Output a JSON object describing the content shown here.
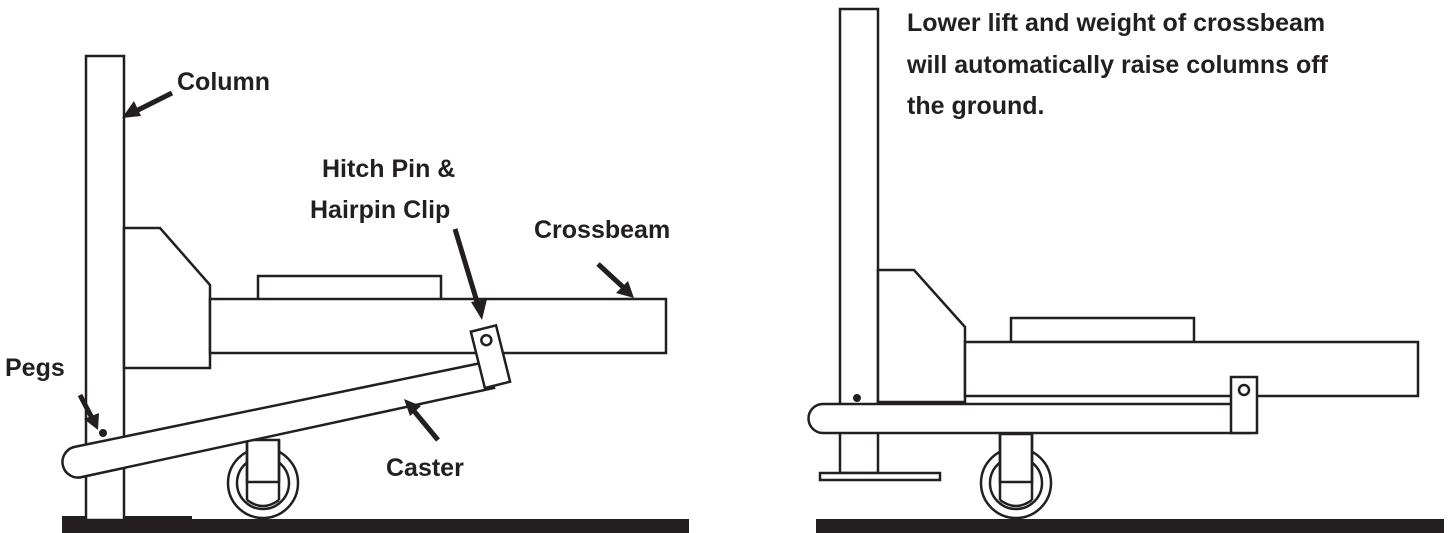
{
  "left_panel": {
    "labels": {
      "column": "Column",
      "hitch_pin_line1": "Hitch Pin &",
      "hitch_pin_line2": "Hairpin Clip",
      "crossbeam": "Crossbeam",
      "pegs": "Pegs",
      "caster": "Caster"
    }
  },
  "right_panel": {
    "note_lines": [
      "Lower lift and weight of crossbeam",
      "will automatically raise columns off",
      "the ground."
    ]
  },
  "colors": {
    "ink": "#231f20",
    "background": "#ffffff"
  }
}
